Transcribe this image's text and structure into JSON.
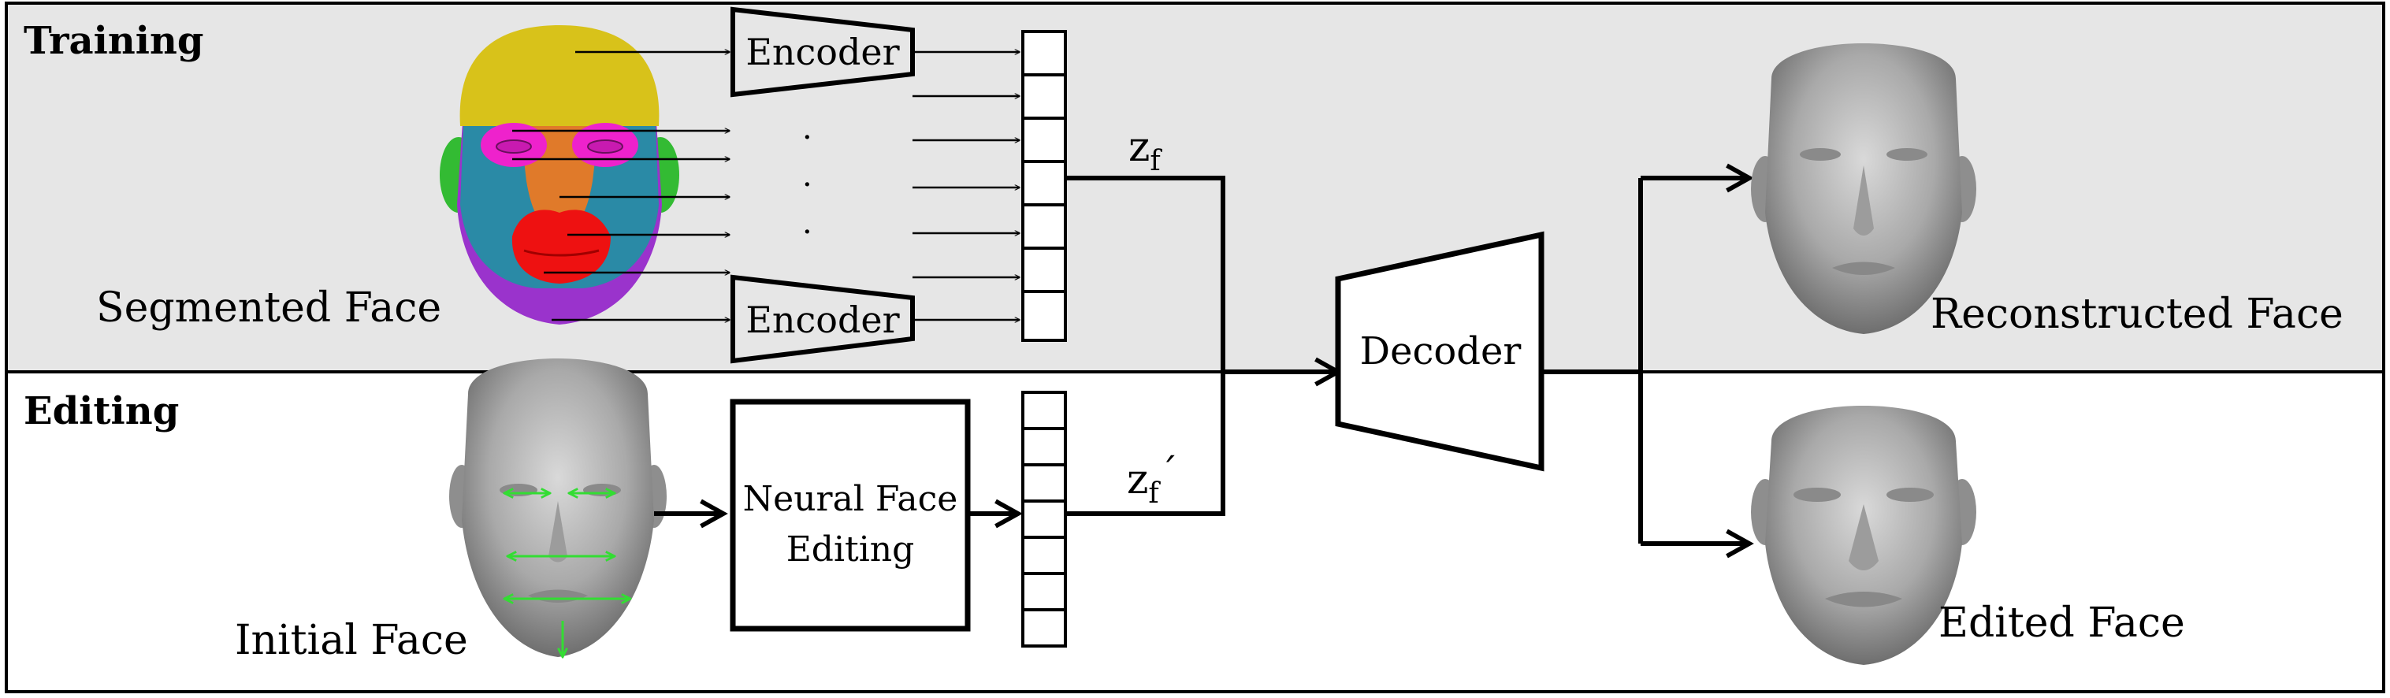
{
  "sections": {
    "training_label": "Training",
    "editing_label": "Editing"
  },
  "faces": {
    "segmented": "Segmented Face",
    "initial": "Initial Face",
    "reconstructed": "Reconstructed Face",
    "edited": "Edited Face"
  },
  "blocks": {
    "encoder_top": "Encoder",
    "encoder_bottom": "Encoder",
    "decoder": "Decoder",
    "neural_editing_line1": "Neural Face",
    "neural_editing_line2": "Editing"
  },
  "latents": {
    "zf_base": "z",
    "zf_sub": "f",
    "zfp_base": "z",
    "zfp_sub": "f",
    "zfp_prime": "´"
  },
  "ellipsis": {
    "dots": "·"
  },
  "colors": {
    "training_bg": "#e6e6e6",
    "editing_bg": "#ffffff",
    "edit_arrows": "#33dd33",
    "seg_hair": "#d8c21a",
    "seg_eyes": "#ee22cc",
    "seg_nose": "#e07a2a",
    "seg_cheeks": "#2a8aa6",
    "seg_mouth": "#ee1111",
    "seg_chin": "#9a33cc",
    "seg_ears": "#33bb33"
  },
  "icons": [
    "segmented-face-icon",
    "initial-face-icon",
    "reconstructed-face-icon",
    "edited-face-icon"
  ]
}
